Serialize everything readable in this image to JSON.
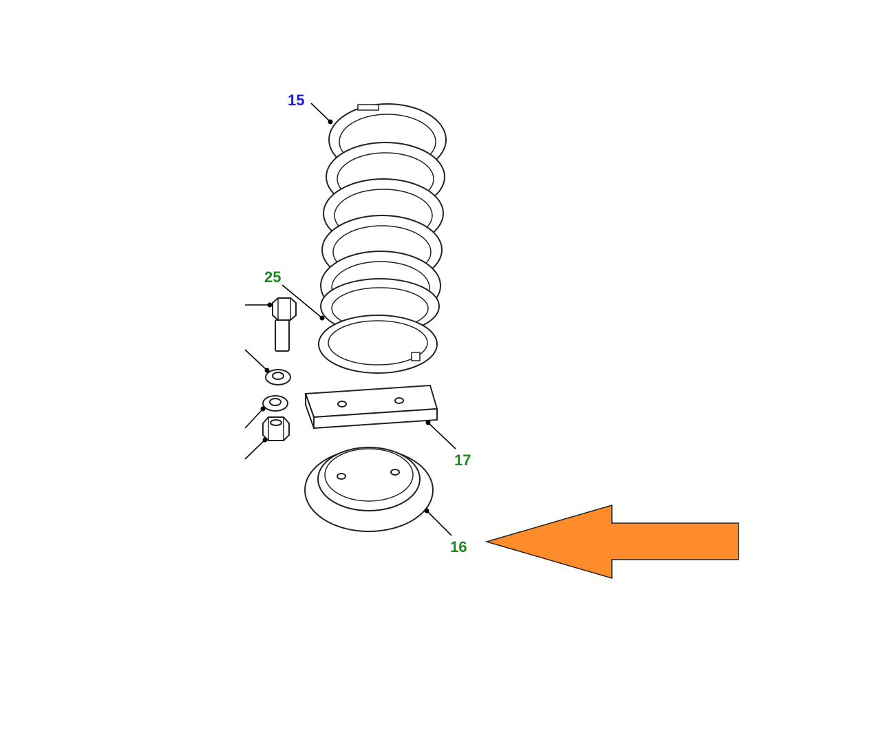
{
  "callouts": [
    {
      "id": "coil-spring",
      "label": "15",
      "color": "#1a1ae6"
    },
    {
      "id": "spring-isolator",
      "label": "25",
      "color": "#1a8a1a"
    },
    {
      "id": "packing-plate",
      "label": "17",
      "color": "#1a8a1a"
    },
    {
      "id": "spring-seat",
      "label": "16",
      "color": "#1a8a1a"
    }
  ],
  "colors": {
    "highlight_arrow": "#ff8c2a",
    "line": "#222222"
  },
  "icons": {
    "pointer": "left-arrow-icon"
  }
}
